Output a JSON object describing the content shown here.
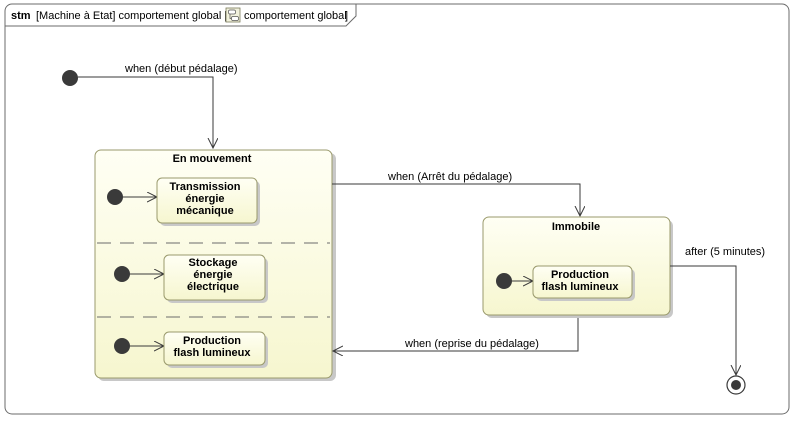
{
  "frame": {
    "keyword": "stm",
    "header_text": "[Machine à Etat] comportement global [",
    "header_diagram_icon": "state-diagram-icon",
    "header_name": "comportement global",
    "header_close": "]"
  },
  "states": {
    "en_mouvement": {
      "name": "En mouvement",
      "regions": [
        {
          "substate": [
            "Transmission",
            "énergie",
            "mécanique"
          ]
        },
        {
          "substate": [
            "Stockage",
            "énergie",
            "électrique"
          ]
        },
        {
          "substate": [
            "Production",
            "flash lumineux"
          ]
        }
      ]
    },
    "immobile": {
      "name": "Immobile",
      "substate": [
        "Production",
        "flash lumineux"
      ]
    }
  },
  "transitions": {
    "start": "when (début pédalage)",
    "to_immobile": "when (Arrêt du pédalage)",
    "to_mouvement": "when (reprise du pédalage)",
    "to_final": "after (5 minutes)"
  },
  "colors": {
    "state_fill_top": "#fffff4",
    "state_fill_bottom": "#f6f6cf",
    "pseudostate": "#3a3a3a"
  }
}
